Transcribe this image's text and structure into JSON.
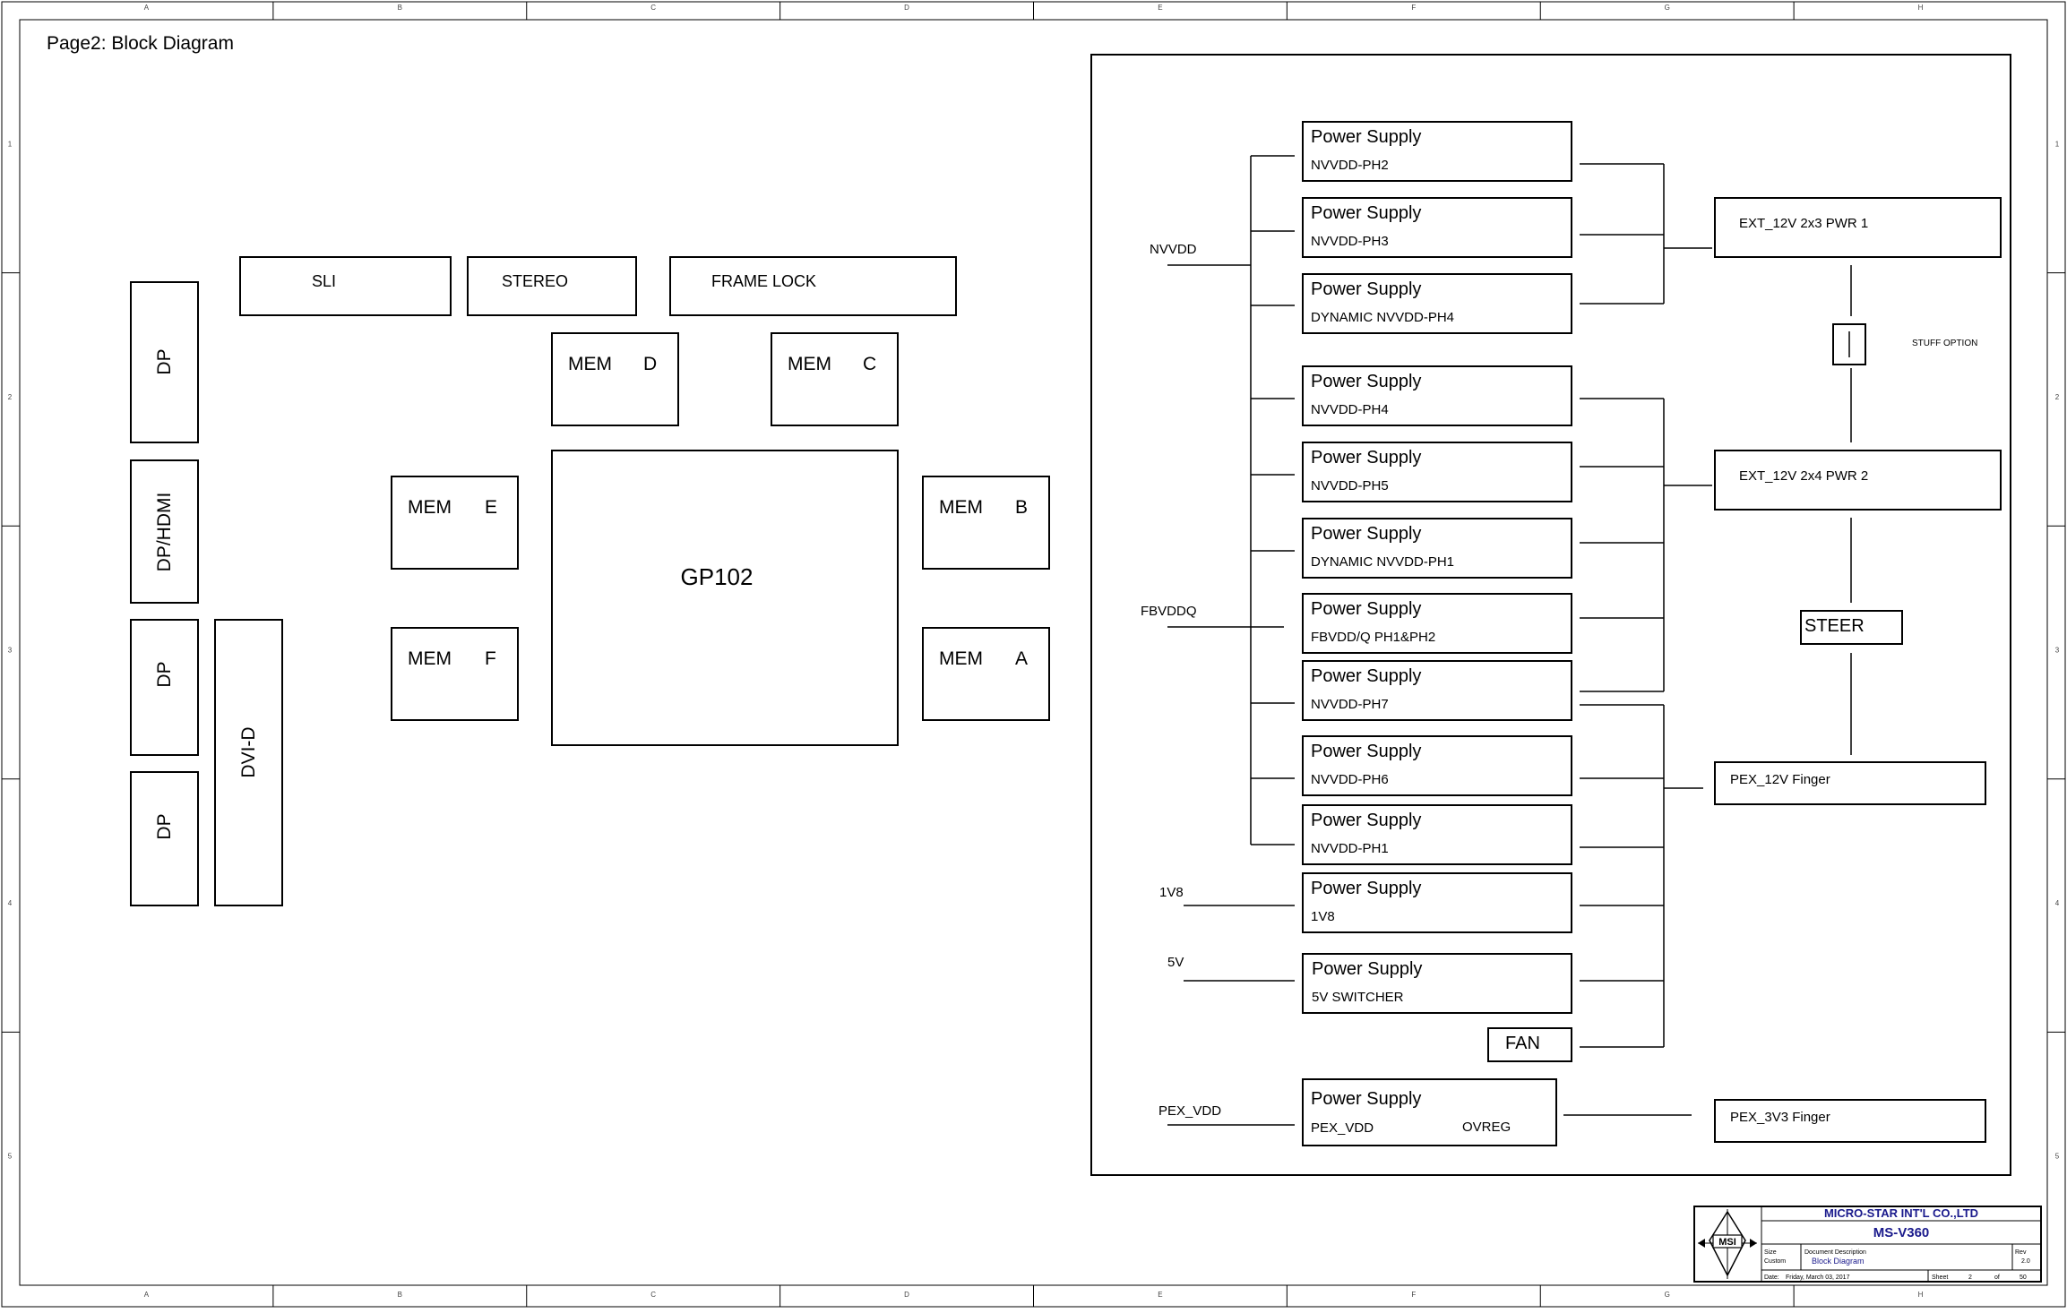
{
  "page_title": "Page2: Block Diagram",
  "grid": {
    "columns": [
      "A",
      "B",
      "C",
      "D",
      "E",
      "F",
      "G",
      "H"
    ],
    "rows": [
      "1",
      "2",
      "3",
      "4",
      "5"
    ]
  },
  "connectors": {
    "dp1": "DP",
    "dp_hdmi": "DP/HDMI",
    "dp2": "DP",
    "dp3": "DP",
    "dvi_d": "DVI-D"
  },
  "interfaces": {
    "sli": "SLI",
    "stereo": "STEREO",
    "frame_lock": "FRAME LOCK"
  },
  "gpu": "GP102",
  "memory": [
    {
      "name": "MEM",
      "id": "D"
    },
    {
      "name": "MEM",
      "id": "C"
    },
    {
      "name": "MEM",
      "id": "E"
    },
    {
      "name": "MEM",
      "id": "B"
    },
    {
      "name": "MEM",
      "id": "F"
    },
    {
      "name": "MEM",
      "id": "A"
    }
  ],
  "rails": {
    "nvvdd": "NVVDD",
    "fbvddq": "FBVDDQ",
    "v1v8": "1V8",
    "v5": "5V",
    "pex_vdd": "PEX_VDD"
  },
  "power_supplies": [
    {
      "title": "Power Supply",
      "sub": "NVVDD-PH2"
    },
    {
      "title": "Power Supply",
      "sub": "NVVDD-PH3"
    },
    {
      "title": "Power Supply",
      "sub": "DYNAMIC NVVDD-PH4"
    },
    {
      "title": "Power Supply",
      "sub": "NVVDD-PH4"
    },
    {
      "title": "Power Supply",
      "sub": "NVVDD-PH5"
    },
    {
      "title": "Power Supply",
      "sub": "DYNAMIC NVVDD-PH1"
    },
    {
      "title": "Power Supply",
      "sub": "FBVDD/Q PH1&PH2"
    },
    {
      "title": "Power Supply",
      "sub": "NVVDD-PH7"
    },
    {
      "title": "Power Supply",
      "sub": "NVVDD-PH6"
    },
    {
      "title": "Power Supply",
      "sub": "NVVDD-PH1"
    },
    {
      "title": "Power Supply",
      "sub": "1V8"
    },
    {
      "title": "Power Supply",
      "sub": "5V SWITCHER"
    },
    {
      "title": "Power Supply",
      "sub": "PEX_VDD",
      "extra": "OVREG"
    }
  ],
  "fan": "FAN",
  "sources": {
    "ext_12v_1": "EXT_12V 2x3 PWR 1",
    "stuff_option": "STUFF OPTION",
    "ext_12v_2": "EXT_12V 2x4 PWR 2",
    "steer": "STEER",
    "pex_12v": "PEX_12V Finger",
    "pex_3v3": "PEX_3V3 Finger"
  },
  "title_block": {
    "company": "MICRO-STAR INT'L CO.,LTD",
    "model": "MS-V360",
    "logo": "MSI",
    "size_label": "Size",
    "size_value": "Custom",
    "doc_label": "Document Description",
    "doc_value": "Block Diagram",
    "rev_label": "Rev",
    "rev_value": "2.0",
    "date_label": "Date:",
    "date_value": "Friday, March 03, 2017",
    "sheet_label": "Sheet",
    "sheet_value": "2",
    "of_label": "of",
    "of_value": "50"
  }
}
